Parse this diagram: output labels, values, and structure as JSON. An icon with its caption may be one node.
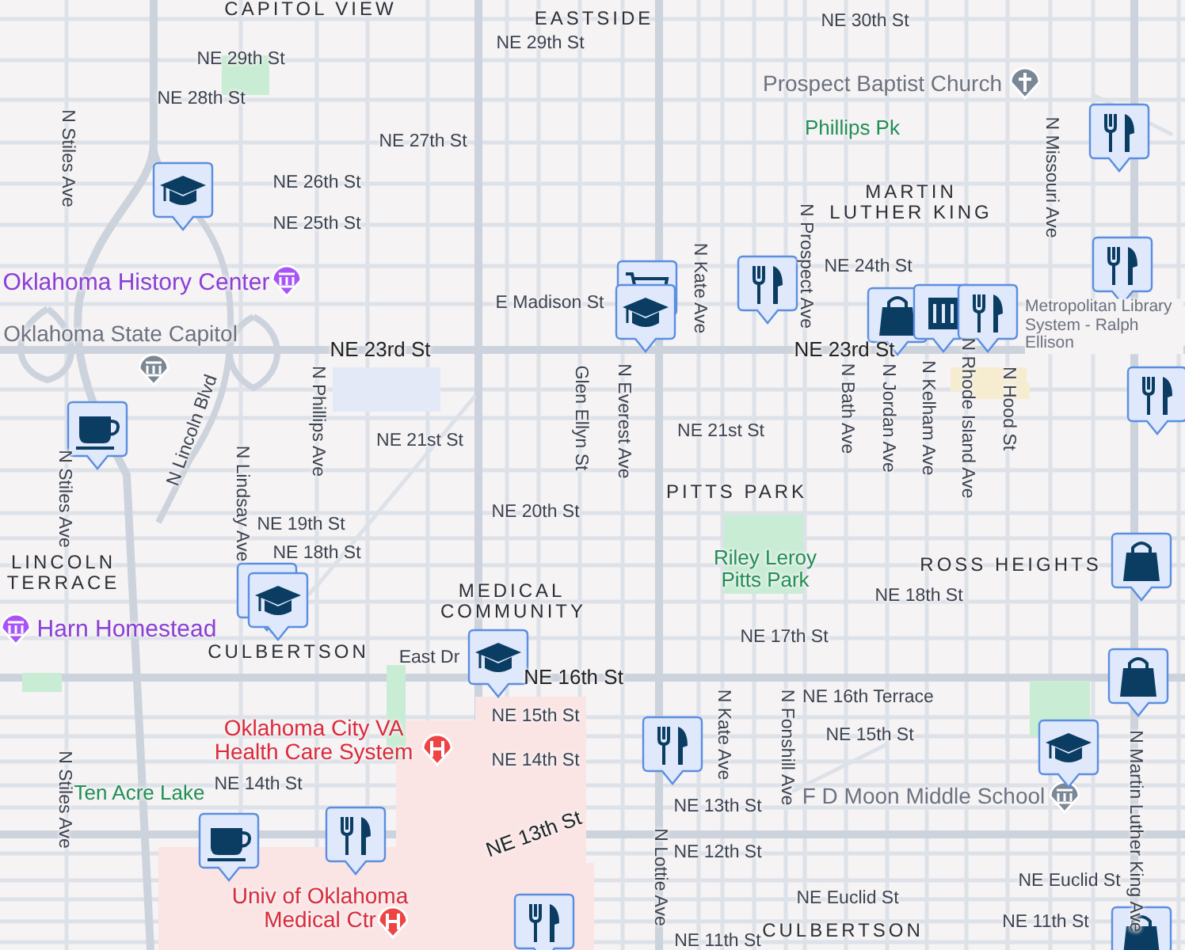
{
  "diagram": {
    "labels": [
      "CAPITOL VIEW",
      "EASTSIDE",
      "NE 30th St",
      "NE 29th St",
      "NE 29th St",
      "NE 28th St",
      "NE 27th St",
      "Prospect Baptist Church",
      "Phillips Pk",
      "N Stiles Ave",
      "NE 26th St",
      "NE 25th St",
      "MARTIN LUTHER KING",
      "N Missouri Ave",
      "NE 24th St",
      "Oklahoma History Center",
      "E Madison St",
      "Oklahoma State Capitol",
      "NE 23rd St",
      "NE 23rd St",
      "N Phillips Ave",
      "Glen Ellyn St",
      "N Everest Ave",
      "N Kate Ave",
      "N Prospect Ave",
      "N Bath Ave",
      "N Jordan Ave",
      "N Kelham Ave",
      "N Rhode Island Ave",
      "N Hood St",
      "NE 21st St",
      "NE 21st St",
      "PITTS PARK",
      "N Stiles Ave",
      "N Lincoln Blvd",
      "N Lindsay Ave",
      "NE 19th St",
      "NE 20th St",
      "LINCOLN TERRACE",
      "NE 18th St",
      "MEDICAL COMMUNITY",
      "Riley Leroy Pitts Park",
      "ROSS HEIGHTS",
      "NE 18th St",
      "Harn Homestead",
      "CULBERTSON",
      "East Dr",
      "NE 17th St",
      "NE 16th St",
      "NE 16th Terrace",
      "NE 15th St",
      "NE 15th St",
      "N Kate Ave",
      "N Fonshill Ave",
      "Oklahoma City VA Health Care System",
      "NE 14th St",
      "NE 14th St",
      "Ten Acre Lake",
      "F D Moon Middle School",
      "NE 13th St",
      "NE 13th St",
      "N Lottie Ave",
      "NE 12th St",
      "NE Euclid St",
      "NE Euclid St",
      "Univ of Oklahoma Medical Ctr",
      "CULBERTSON",
      "NE 11th St",
      "NE 11th St",
      "N Martin Luther King Ave",
      "N Stiles Ave",
      "Metropolitan Library System - Ralph Ellison"
    ]
  }
}
